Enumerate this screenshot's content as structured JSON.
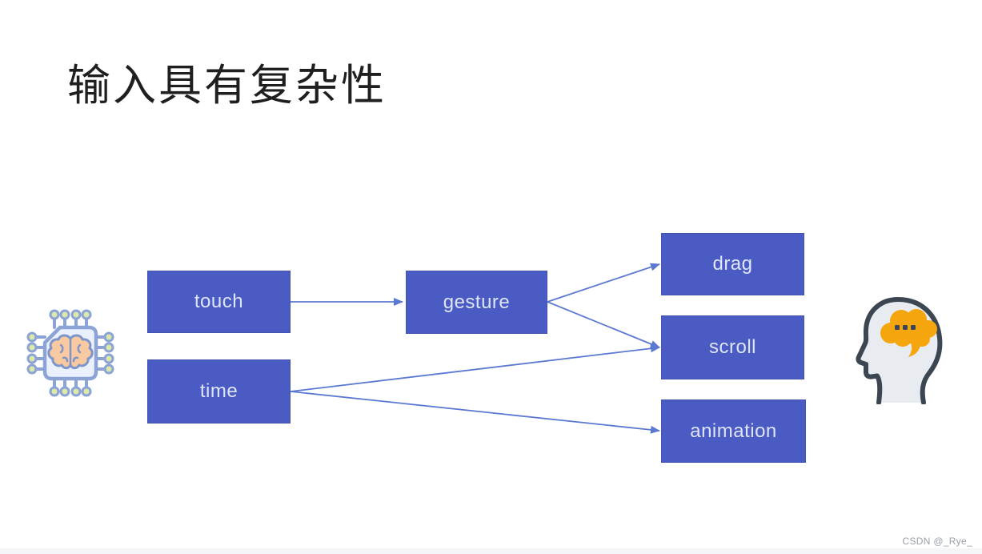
{
  "slide": {
    "title": "输入具有复杂性",
    "watermark": "CSDN @_Rye_"
  },
  "diagram": {
    "nodes": [
      {
        "id": "touch",
        "label": "touch"
      },
      {
        "id": "time",
        "label": "time"
      },
      {
        "id": "gesture",
        "label": "gesture"
      },
      {
        "id": "drag",
        "label": "drag"
      },
      {
        "id": "scroll",
        "label": "scroll"
      },
      {
        "id": "animation",
        "label": "animation"
      }
    ],
    "edges": [
      {
        "from": "touch",
        "to": "gesture"
      },
      {
        "from": "gesture",
        "to": "drag"
      },
      {
        "from": "gesture",
        "to": "scroll"
      },
      {
        "from": "time",
        "to": "scroll"
      },
      {
        "from": "time",
        "to": "animation"
      }
    ],
    "icons": {
      "left": "chip-brain-icon",
      "right": "head-thought-cloud-icon"
    },
    "colors": {
      "node_fill": "#4a5cc3",
      "node_border": "#4253b0",
      "node_text": "#dfe5f6",
      "arrow": "#5b79d2",
      "title_text": "#1f1f1f",
      "watermark_text": "#9aa0a8",
      "chip_outline": "#8ca3d6",
      "chip_body": "#eaf1fc",
      "chip_pin_dot": "#dce9a9",
      "brain_fill": "#f9c9a2",
      "brain_outline": "#7e95c9",
      "head_fill": "#e8ebef",
      "head_outline": "#3c4652",
      "cloud_fill": "#f5a50d"
    }
  }
}
